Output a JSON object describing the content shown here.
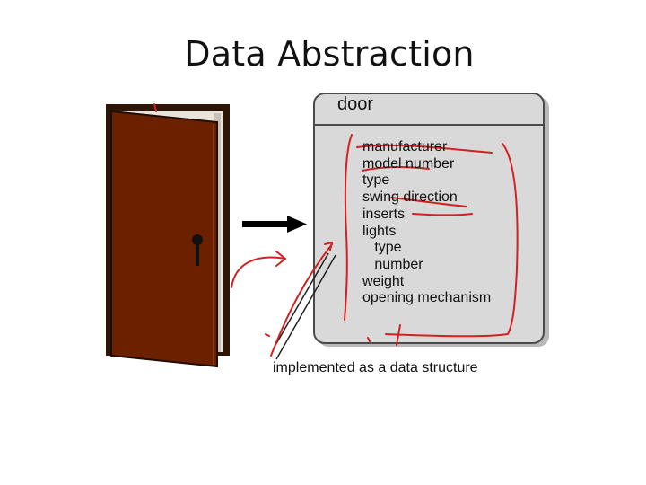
{
  "title": "Data Abstraction",
  "box": {
    "class_name": "door",
    "attributes": [
      "manufacturer",
      "model number",
      "type",
      "swing direction",
      "inserts",
      "lights",
      "   type",
      "   number",
      "weight",
      "opening mechanism"
    ]
  },
  "caption": "implemented as a data structure",
  "colors": {
    "door_fill": "#6b2100",
    "door_frame": "#3a1a0a",
    "box_fill": "#d9d9d9",
    "box_border": "#4a4a4a",
    "annotation": "#d42020",
    "text": "#111111"
  },
  "icons": [
    "door-illustration",
    "right-arrow",
    "handwritten-annotations"
  ]
}
